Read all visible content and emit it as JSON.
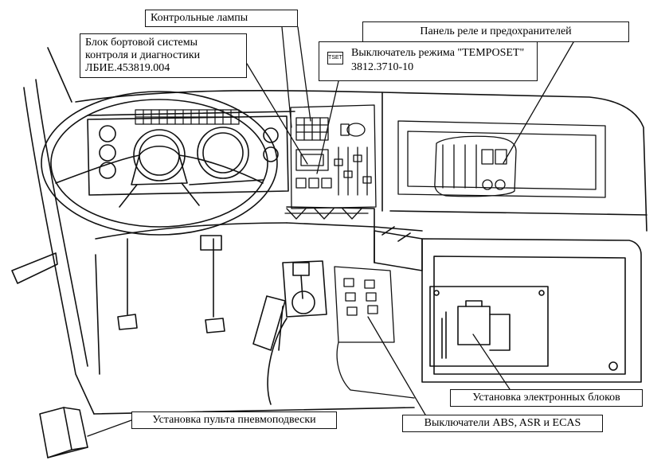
{
  "labels": {
    "warning_lamps": "Контрольные лампы",
    "diagnostics_line1": "Блок бортовой системы",
    "diagnostics_line2": "контроля и диагностики",
    "diagnostics_line3": "ЛБИЕ.453819.004",
    "tempomat_switch": "Выключатель режима \"TEMPOSET\"",
    "tempomat_code": "3812.3710-10",
    "tempomat_icon_text": "TSET",
    "relay_panel": "Панель реле и предохранителей",
    "ecu_install": "Установка электронных блоков",
    "abs_switches": "Выключатели ABS, ASR и ECAS",
    "air_suspension": "Установка пульта пневмоподвески"
  }
}
